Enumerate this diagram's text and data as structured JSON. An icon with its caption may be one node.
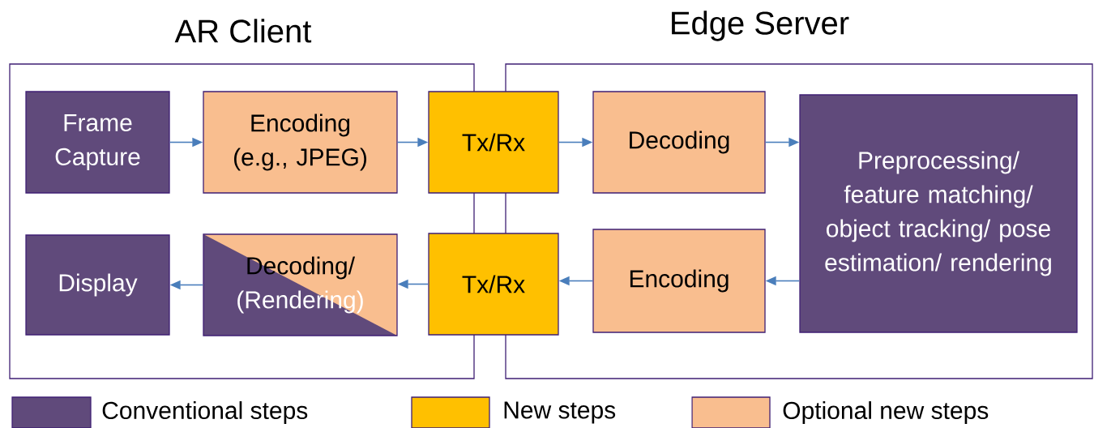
{
  "diagram": {
    "nodes": [
      {
        "text": [
          "AR Client"
        ]
      },
      {
        "text": [
          "Edge Server"
        ]
      },
      {
        "text": [
          "Frame Capture"
        ],
        "in": 0
      },
      {
        "text": [
          "Encoding (e.g., JPEG)"
        ],
        "in": 0
      },
      {
        "text": [
          "Tx/Rx"
        ]
      },
      {
        "text": [
          "Decoding"
        ],
        "in": 1
      },
      {
        "text": [
          "Preprocessing/ feature matching/ object tracking/ pose estimation/ rendering"
        ],
        "in": 1
      },
      {
        "text": [
          "Display"
        ],
        "in": 0
      },
      {
        "text": [
          "Decoding/",
          "(Rendering)"
        ],
        "in": 0
      },
      {
        "text": [
          "Tx/Rx"
        ]
      },
      {
        "text": [
          "Encoding"
        ],
        "in": 1
      }
    ],
    "edges": [
      {
        "from": 2,
        "to": 3,
        "arrow": "to"
      },
      {
        "from": 3,
        "to": 4,
        "arrow": "to"
      },
      {
        "from": 4,
        "to": 5,
        "arrow": "to"
      },
      {
        "from": 5,
        "to": 6,
        "arrow": "to"
      },
      {
        "from": 6,
        "to": 10,
        "arrow": "to"
      },
      {
        "from": 10,
        "to": 9,
        "arrow": "to"
      },
      {
        "from": 9,
        "to": 8,
        "arrow": "to"
      },
      {
        "from": 8,
        "to": 7,
        "arrow": "to"
      }
    ],
    "legend": [
      {
        "text": "Conventional steps",
        "color": "#604a7b"
      },
      {
        "text": "New steps",
        "color": "#ffc000"
      },
      {
        "text": "Optional new steps",
        "color": "#f9be8f"
      }
    ]
  }
}
